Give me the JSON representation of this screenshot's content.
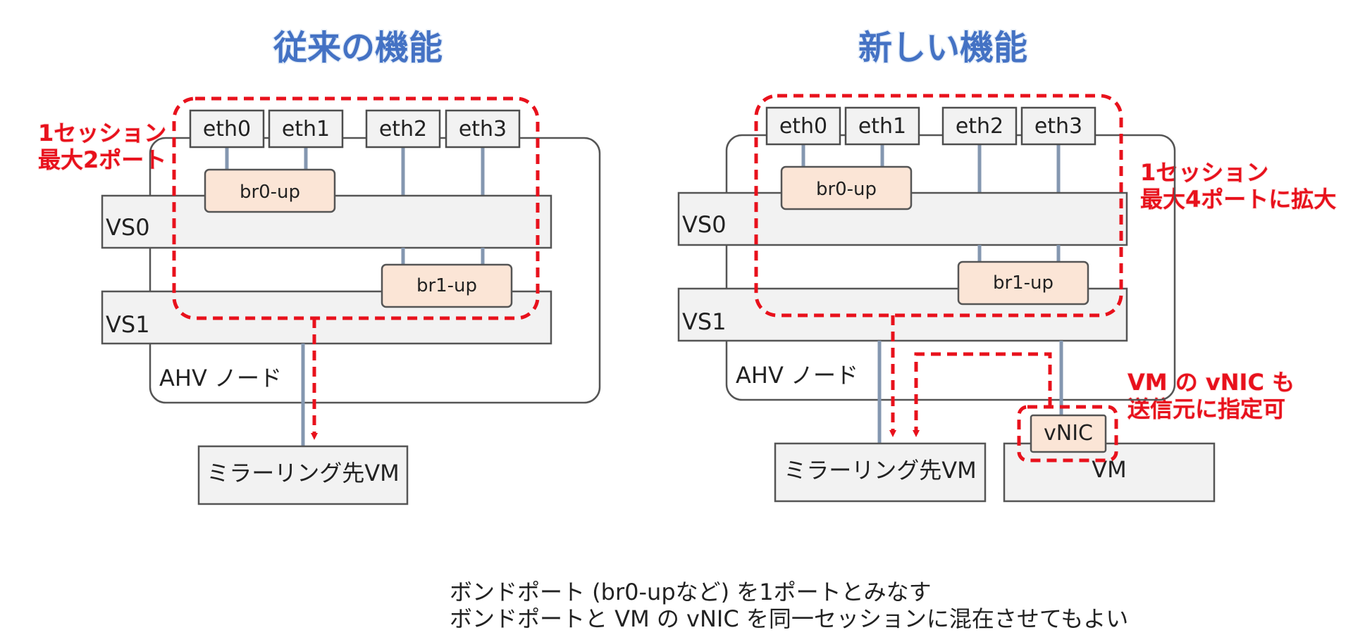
{
  "left": {
    "title": "従来の機能",
    "session_note_line1": "1セッション",
    "session_note_line2": "最大2ポート",
    "ports": [
      "eth0",
      "eth1",
      "eth2",
      "eth3"
    ],
    "bond0": "br0-up",
    "bond1": "br1-up",
    "vs0": "VS0",
    "vs1": "VS1",
    "node": "AHV ノード",
    "mirror_vm": "ミラーリング先VM"
  },
  "right": {
    "title": "新しい機能",
    "session_note_line1": "1セッション",
    "session_note_line2": "最大4ポートに拡大",
    "vnic_note_line1": "VM の vNIC も",
    "vnic_note_line2": "送信元に指定可",
    "ports": [
      "eth0",
      "eth1",
      "eth2",
      "eth3"
    ],
    "bond0": "br0-up",
    "bond1": "br1-up",
    "vs0": "VS0",
    "vs1": "VS1",
    "node": "AHV ノード",
    "mirror_vm": "ミラーリング先VM",
    "vnic": "vNIC",
    "vm": "VM"
  },
  "footer": {
    "line1": "ボンドポート (br0-upなど) を1ポートとみなす",
    "line2": "ボンドポートと VM の vNIC を同一セッションに混在させてもよい"
  },
  "colors": {
    "title": "#4472c4",
    "highlight": "#e8111c",
    "bond_fill": "#fbe5d6",
    "box_fill": "#f2f2f2",
    "link": "#8497b0"
  }
}
